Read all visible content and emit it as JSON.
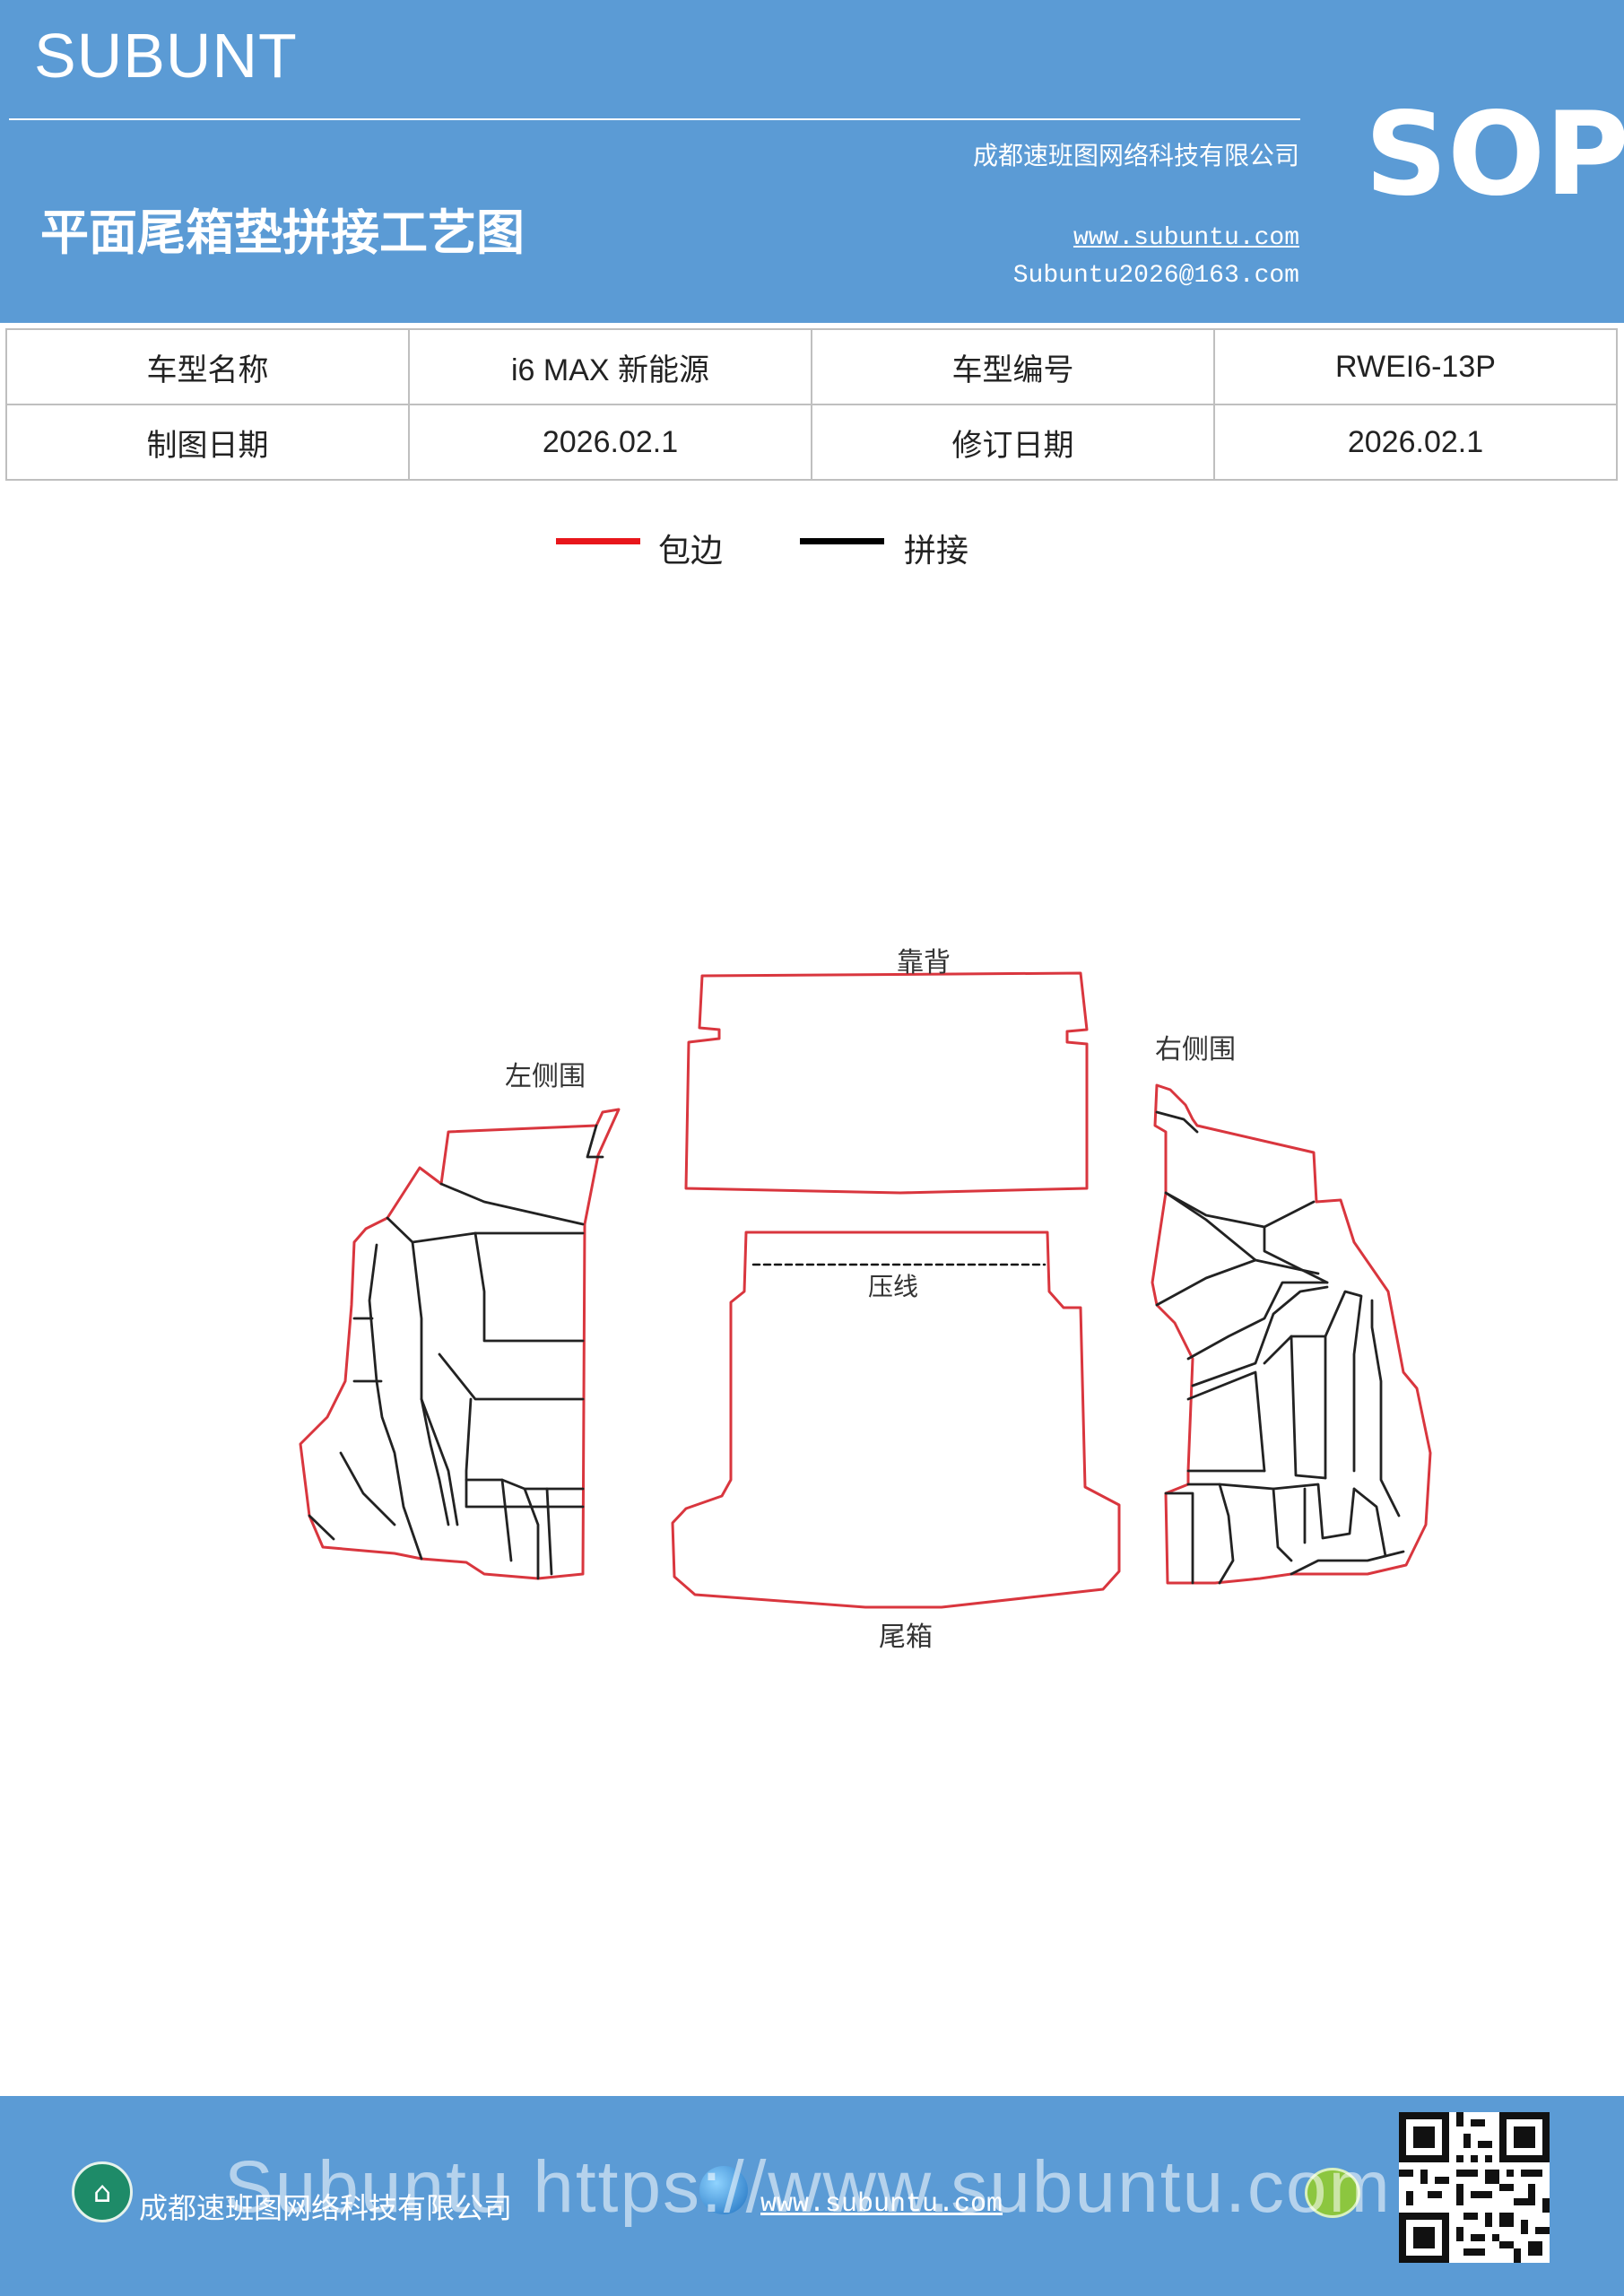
{
  "header": {
    "brand": "SUBUNT",
    "title": "平面尾箱垫拼接工艺图",
    "company": "成都速班图网络科技有限公司",
    "website": "www.subuntu.com",
    "email": "Subuntu2026@163.com",
    "badge": "SOP",
    "background_color": "#5b9bd5"
  },
  "info_table": {
    "rows": [
      [
        {
          "label": "车型名称",
          "value": "i6  MAX  新能源"
        },
        {
          "label": "车型编号",
          "value": "RWEI6-13P"
        }
      ],
      [
        {
          "label": "制图日期",
          "value": "2026.02.1"
        },
        {
          "label": "修订日期",
          "value": "2026.02.1"
        }
      ]
    ]
  },
  "legend": [
    {
      "label": "包边",
      "color": "#e8161b"
    },
    {
      "label": "拼接",
      "color": "#000000"
    }
  ],
  "diagram": {
    "labels": {
      "backrest": "靠背",
      "left_side": "左侧围",
      "right_side": "右侧围",
      "press_line": "压线",
      "trunk": "尾箱"
    },
    "edge_color": "#d9363e",
    "seam_color": "#222222"
  },
  "footer": {
    "company": "成都速班图网络科技有限公司",
    "website": "www.subuntu.com",
    "watermark": "Subuntu https://www.subuntu.com",
    "home_icon": "home-icon",
    "globe_icon": "globe-icon",
    "wechat_icon": "wechat-icon",
    "qr_icon": "qr-code"
  }
}
